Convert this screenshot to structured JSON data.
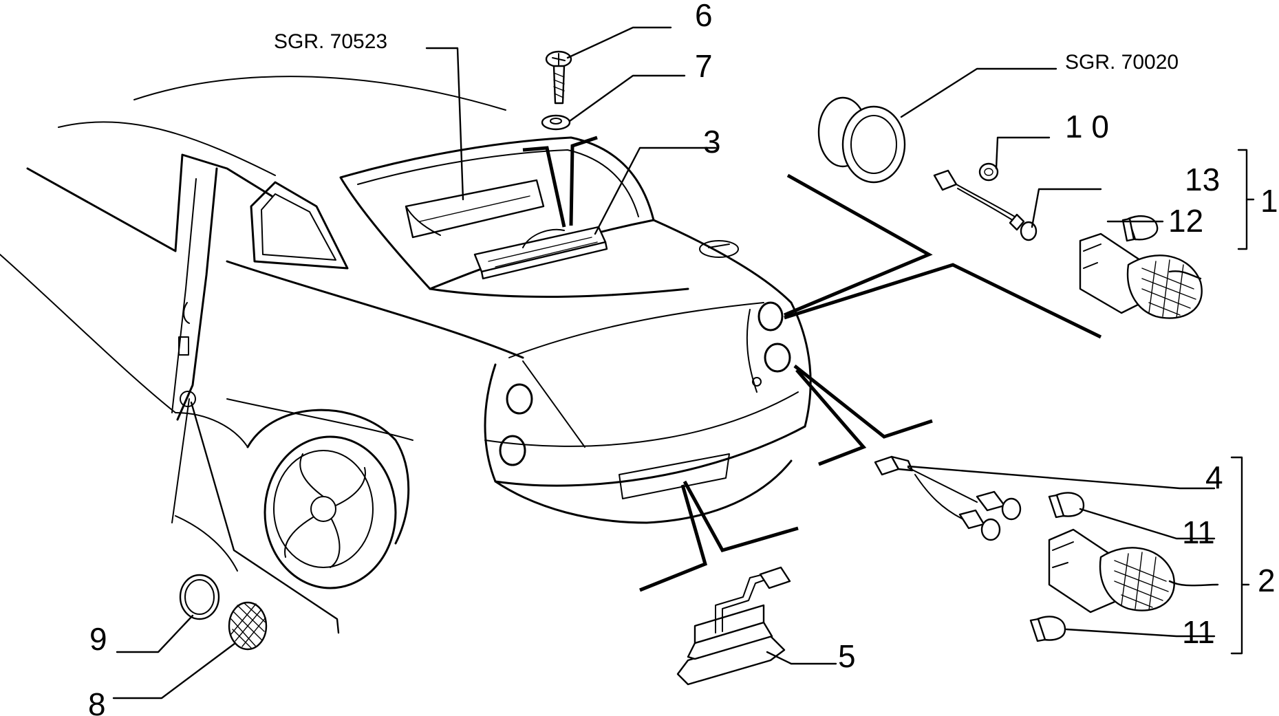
{
  "references": {
    "high_stop_lamp_group": "SGR. 70523",
    "rear_light_group": "SGR. 70020"
  },
  "callouts": {
    "c1": "1",
    "c2": "2",
    "c3": "3",
    "c4": "4",
    "c5": "5",
    "c6": "6",
    "c7": "7",
    "c8": "8",
    "c9": "9",
    "c10": "1 0",
    "c11a": "11",
    "c11b": "11",
    "c12": "12",
    "c13": "13"
  }
}
